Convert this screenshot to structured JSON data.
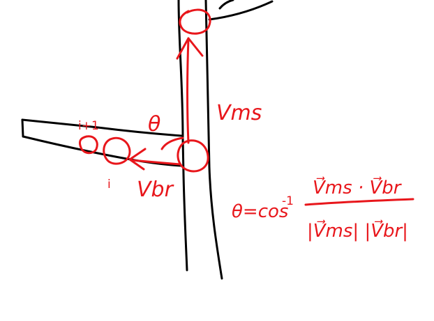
{
  "colors": {
    "ink": "#000000",
    "annotation": "#e8161b",
    "background": "#ffffff"
  },
  "labels": {
    "theta_angle": "θ",
    "main_vector": "Vms",
    "branch_vector": "Vbr",
    "node_i": "i",
    "node_i_plus_1": "i+1"
  },
  "formula": {
    "lhs": "θ=cos",
    "inverse_exponent": "-1",
    "numerator": "V⃗ms · V⃗br",
    "denominator": "|V⃗ms| |V⃗br|"
  }
}
